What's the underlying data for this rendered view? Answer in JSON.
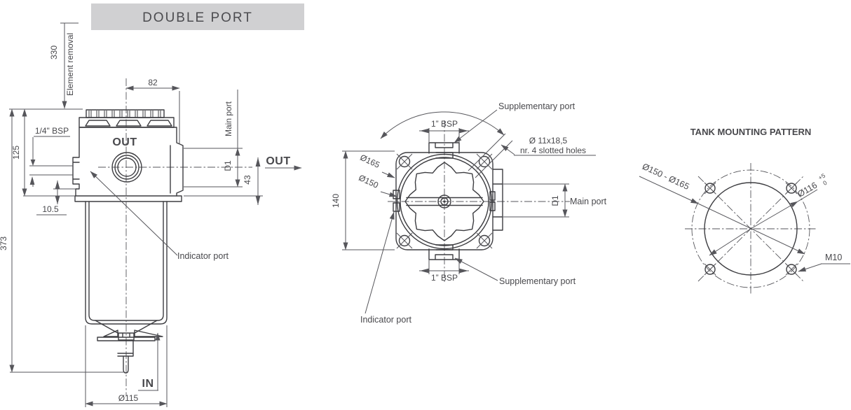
{
  "header": {
    "title": "DOUBLE PORT"
  },
  "colors": {
    "background": "#ffffff",
    "line": "#3d3d41",
    "dimension_line": "#56565b",
    "text": "#48484c",
    "band_background": "#d0d0d2",
    "band_text": "#4c4c50"
  },
  "side_view": {
    "dim_element_removal": "330",
    "element_removal_label": "Element removal",
    "dim_cap_width": "82",
    "quarter_bsp": "1/4\" BSP",
    "dim_head_height": "125",
    "out_port_label": "OUT",
    "main_port_label": "Main port",
    "d1": "D1",
    "out_flow_label": "OUT",
    "dim_port_axis": "43",
    "dim_step": "10.5",
    "dim_total_height": "373",
    "indicator_port_label": "Indicator port",
    "in_flow_label": "IN",
    "dia_bowl": "Ø115"
  },
  "top_view": {
    "supplementary_port_top": "Supplementary port",
    "bsp_top": "1” BSP",
    "slot_note_line1": "Ø 11x18,5",
    "slot_note_line2": "nr. 4 slotted holes",
    "dia_outer": "Ø165",
    "dia_inner": "Ø150",
    "dim_flange": "140",
    "d1": "D1",
    "main_port_label": "Main port",
    "bsp_bottom": "1” BSP",
    "supplementary_port_bottom": "Supplementary port",
    "indicator_port_label": "Indicator port"
  },
  "mounting_pattern": {
    "title": "TANK MOUNTING PATTERN",
    "dia_range": "Ø150 - Ø165",
    "dia_bolt_circle": "Ø116",
    "tolerance_plus": "+5",
    "tolerance_zero": "0",
    "thread": "M10"
  }
}
